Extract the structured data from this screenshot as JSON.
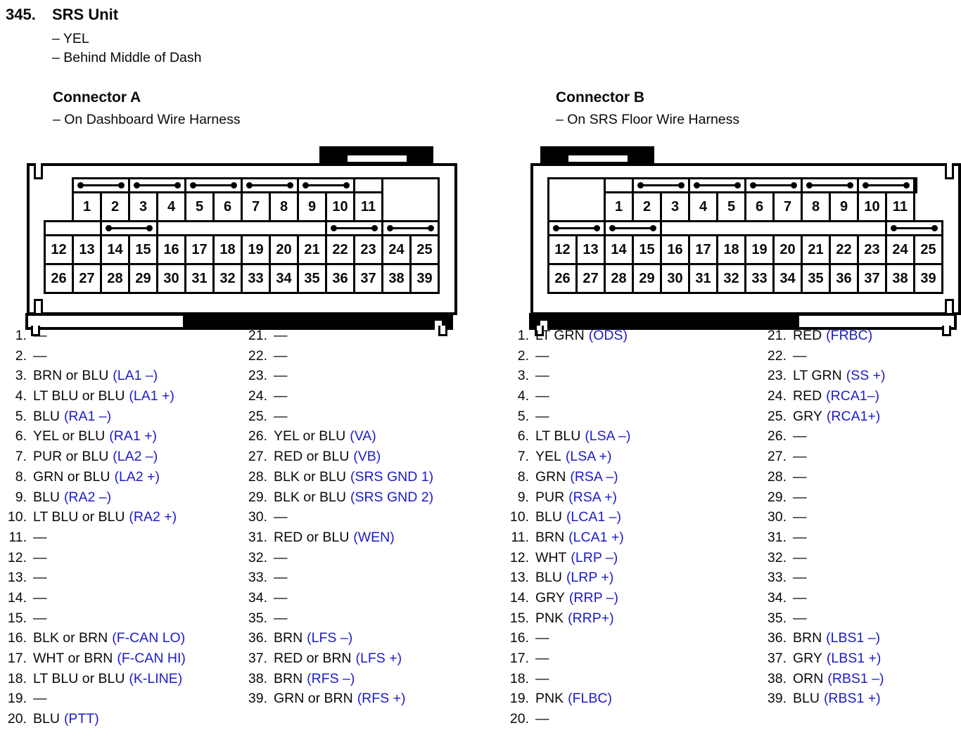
{
  "page": {
    "item_number": "345.",
    "title": "SRS Unit",
    "notes": [
      "– YEL",
      "– Behind Middle of Dash"
    ]
  },
  "colors": {
    "signal_text_blue": "#1b1bc8",
    "ink_black": "#0a0a0a",
    "paper": "#ffffff"
  },
  "connectors": [
    {
      "name": "Connector A",
      "location": "– On Dashboard Wire Harness",
      "diagram": {
        "tab_side": "right",
        "row1_pins": [
          "1",
          "2",
          "3",
          "4",
          "5",
          "6",
          "7",
          "8",
          "9",
          "10",
          "11"
        ],
        "row2_pins": [
          "12",
          "13",
          "14",
          "15",
          "16",
          "17",
          "18",
          "19",
          "20",
          "21",
          "22",
          "23",
          "24",
          "25"
        ],
        "row3_pins": [
          "26",
          "27",
          "28",
          "29",
          "30",
          "31",
          "32",
          "33",
          "34",
          "35",
          "36",
          "37",
          "38",
          "39"
        ],
        "row1_jumpered_pairs": [
          [
            1,
            2
          ],
          [
            3,
            4
          ],
          [
            5,
            6
          ],
          [
            7,
            8
          ],
          [
            9,
            10
          ]
        ],
        "row2_jumpered_pairs": [
          [
            14,
            15
          ],
          [
            22,
            23
          ],
          [
            24,
            25
          ]
        ]
      },
      "pin_assignments": [
        {
          "pin": "1.",
          "wire": "—",
          "signal": ""
        },
        {
          "pin": "2.",
          "wire": "—",
          "signal": ""
        },
        {
          "pin": "3.",
          "wire": "BRN or BLU",
          "signal": "(LA1 –)"
        },
        {
          "pin": "4.",
          "wire": "LT BLU or BLU",
          "signal": "(LA1 +)"
        },
        {
          "pin": "5.",
          "wire": "BLU",
          "signal": "(RA1 –)"
        },
        {
          "pin": "6.",
          "wire": "YEL or BLU",
          "signal": "(RA1 +)"
        },
        {
          "pin": "7.",
          "wire": "PUR or BLU",
          "signal": "(LA2 –)"
        },
        {
          "pin": "8.",
          "wire": "GRN or BLU",
          "signal": "(LA2 +)"
        },
        {
          "pin": "9.",
          "wire": "BLU",
          "signal": "(RA2 –)"
        },
        {
          "pin": "10.",
          "wire": "LT BLU or BLU",
          "signal": "(RA2 +)"
        },
        {
          "pin": "11.",
          "wire": "—",
          "signal": ""
        },
        {
          "pin": "12.",
          "wire": "—",
          "signal": ""
        },
        {
          "pin": "13.",
          "wire": "—",
          "signal": ""
        },
        {
          "pin": "14.",
          "wire": "—",
          "signal": ""
        },
        {
          "pin": "15.",
          "wire": "—",
          "signal": ""
        },
        {
          "pin": "16.",
          "wire": "BLK or BRN",
          "signal": "(F-CAN LO)"
        },
        {
          "pin": "17.",
          "wire": "WHT or BRN",
          "signal": "(F-CAN HI)"
        },
        {
          "pin": "18.",
          "wire": "LT BLU or BLU",
          "signal": "(K-LINE)"
        },
        {
          "pin": "19.",
          "wire": "—",
          "signal": ""
        },
        {
          "pin": "20.",
          "wire": "BLU",
          "signal": "(PTT)"
        },
        {
          "pin": "21.",
          "wire": "—",
          "signal": ""
        },
        {
          "pin": "22.",
          "wire": "—",
          "signal": ""
        },
        {
          "pin": "23.",
          "wire": "—",
          "signal": ""
        },
        {
          "pin": "24.",
          "wire": "—",
          "signal": ""
        },
        {
          "pin": "25.",
          "wire": "—",
          "signal": ""
        },
        {
          "pin": "26.",
          "wire": "YEL or BLU",
          "signal": "(VA)"
        },
        {
          "pin": "27.",
          "wire": "RED or BLU",
          "signal": "(VB)"
        },
        {
          "pin": "28.",
          "wire": "BLK or BLU",
          "signal": "(SRS GND 1)"
        },
        {
          "pin": "29.",
          "wire": "BLK or BLU",
          "signal": "(SRS GND 2)"
        },
        {
          "pin": "30.",
          "wire": "—",
          "signal": ""
        },
        {
          "pin": "31.",
          "wire": "RED or BLU",
          "signal": "(WEN)"
        },
        {
          "pin": "32.",
          "wire": "—",
          "signal": ""
        },
        {
          "pin": "33.",
          "wire": "—",
          "signal": ""
        },
        {
          "pin": "34.",
          "wire": "—",
          "signal": ""
        },
        {
          "pin": "35.",
          "wire": "—",
          "signal": ""
        },
        {
          "pin": "36.",
          "wire": "BRN",
          "signal": "(LFS –)"
        },
        {
          "pin": "37.",
          "wire": "RED or BRN",
          "signal": "(LFS +)"
        },
        {
          "pin": "38.",
          "wire": "BRN",
          "signal": "(RFS –)"
        },
        {
          "pin": "39.",
          "wire": "GRN or BRN",
          "signal": "(RFS +)"
        }
      ]
    },
    {
      "name": "Connector B",
      "location": "– On SRS Floor Wire Harness",
      "diagram": {
        "tab_side": "left",
        "row1_pins": [
          "1",
          "2",
          "3",
          "4",
          "5",
          "6",
          "7",
          "8",
          "9",
          "10",
          "11"
        ],
        "row2_pins": [
          "12",
          "13",
          "14",
          "15",
          "16",
          "17",
          "18",
          "19",
          "20",
          "21",
          "22",
          "23",
          "24",
          "25"
        ],
        "row3_pins": [
          "26",
          "27",
          "28",
          "29",
          "30",
          "31",
          "32",
          "33",
          "34",
          "35",
          "36",
          "37",
          "38",
          "39"
        ],
        "row1_jumpered_pairs": [
          [
            2,
            3
          ],
          [
            4,
            5
          ],
          [
            6,
            7
          ],
          [
            8,
            9
          ],
          [
            10,
            11
          ]
        ],
        "row2_jumpered_pairs": [
          [
            12,
            13
          ],
          [
            14,
            15
          ],
          [
            24,
            25
          ]
        ]
      },
      "pin_assignments": [
        {
          "pin": "1.",
          "wire": "LT GRN",
          "signal": "(ODS)"
        },
        {
          "pin": "2.",
          "wire": "—",
          "signal": ""
        },
        {
          "pin": "3.",
          "wire": "—",
          "signal": ""
        },
        {
          "pin": "4.",
          "wire": "—",
          "signal": ""
        },
        {
          "pin": "5.",
          "wire": "—",
          "signal": ""
        },
        {
          "pin": "6.",
          "wire": "LT BLU",
          "signal": "(LSA –)"
        },
        {
          "pin": "7.",
          "wire": "YEL",
          "signal": "(LSA +)"
        },
        {
          "pin": "8.",
          "wire": "GRN",
          "signal": "(RSA –)"
        },
        {
          "pin": "9.",
          "wire": "PUR",
          "signal": "(RSA +)"
        },
        {
          "pin": "10.",
          "wire": "BLU",
          "signal": "(LCA1 –)"
        },
        {
          "pin": "11.",
          "wire": "BRN",
          "signal": "(LCA1 +)"
        },
        {
          "pin": "12.",
          "wire": "WHT",
          "signal": "(LRP –)"
        },
        {
          "pin": "13.",
          "wire": "BLU",
          "signal": "(LRP +)"
        },
        {
          "pin": "14.",
          "wire": "GRY",
          "signal": "(RRP –)"
        },
        {
          "pin": "15.",
          "wire": "PNK",
          "signal": "(RRP+)"
        },
        {
          "pin": "16.",
          "wire": "—",
          "signal": ""
        },
        {
          "pin": "17.",
          "wire": "—",
          "signal": ""
        },
        {
          "pin": "18.",
          "wire": "—",
          "signal": ""
        },
        {
          "pin": "19.",
          "wire": "PNK",
          "signal": "(FLBC)"
        },
        {
          "pin": "20.",
          "wire": "—",
          "signal": ""
        },
        {
          "pin": "21.",
          "wire": "RED",
          "signal": "(FRBC)"
        },
        {
          "pin": "22.",
          "wire": "—",
          "signal": ""
        },
        {
          "pin": "23.",
          "wire": "LT GRN",
          "signal": "(SS +)"
        },
        {
          "pin": "24.",
          "wire": "RED",
          "signal": "(RCA1–)"
        },
        {
          "pin": "25.",
          "wire": "GRY",
          "signal": "(RCA1+)"
        },
        {
          "pin": "26.",
          "wire": "—",
          "signal": ""
        },
        {
          "pin": "27.",
          "wire": "—",
          "signal": ""
        },
        {
          "pin": "28.",
          "wire": "—",
          "signal": ""
        },
        {
          "pin": "29.",
          "wire": "—",
          "signal": ""
        },
        {
          "pin": "30.",
          "wire": "—",
          "signal": ""
        },
        {
          "pin": "31.",
          "wire": "—",
          "signal": ""
        },
        {
          "pin": "32.",
          "wire": "—",
          "signal": ""
        },
        {
          "pin": "33.",
          "wire": "—",
          "signal": ""
        },
        {
          "pin": "34.",
          "wire": "—",
          "signal": ""
        },
        {
          "pin": "35.",
          "wire": "—",
          "signal": ""
        },
        {
          "pin": "36.",
          "wire": "BRN",
          "signal": "(LBS1 –)"
        },
        {
          "pin": "37.",
          "wire": "GRY",
          "signal": "(LBS1 +)"
        },
        {
          "pin": "38.",
          "wire": "ORN",
          "signal": "(RBS1 –)"
        },
        {
          "pin": "39.",
          "wire": "BLU",
          "signal": "(RBS1 +)"
        }
      ]
    }
  ]
}
